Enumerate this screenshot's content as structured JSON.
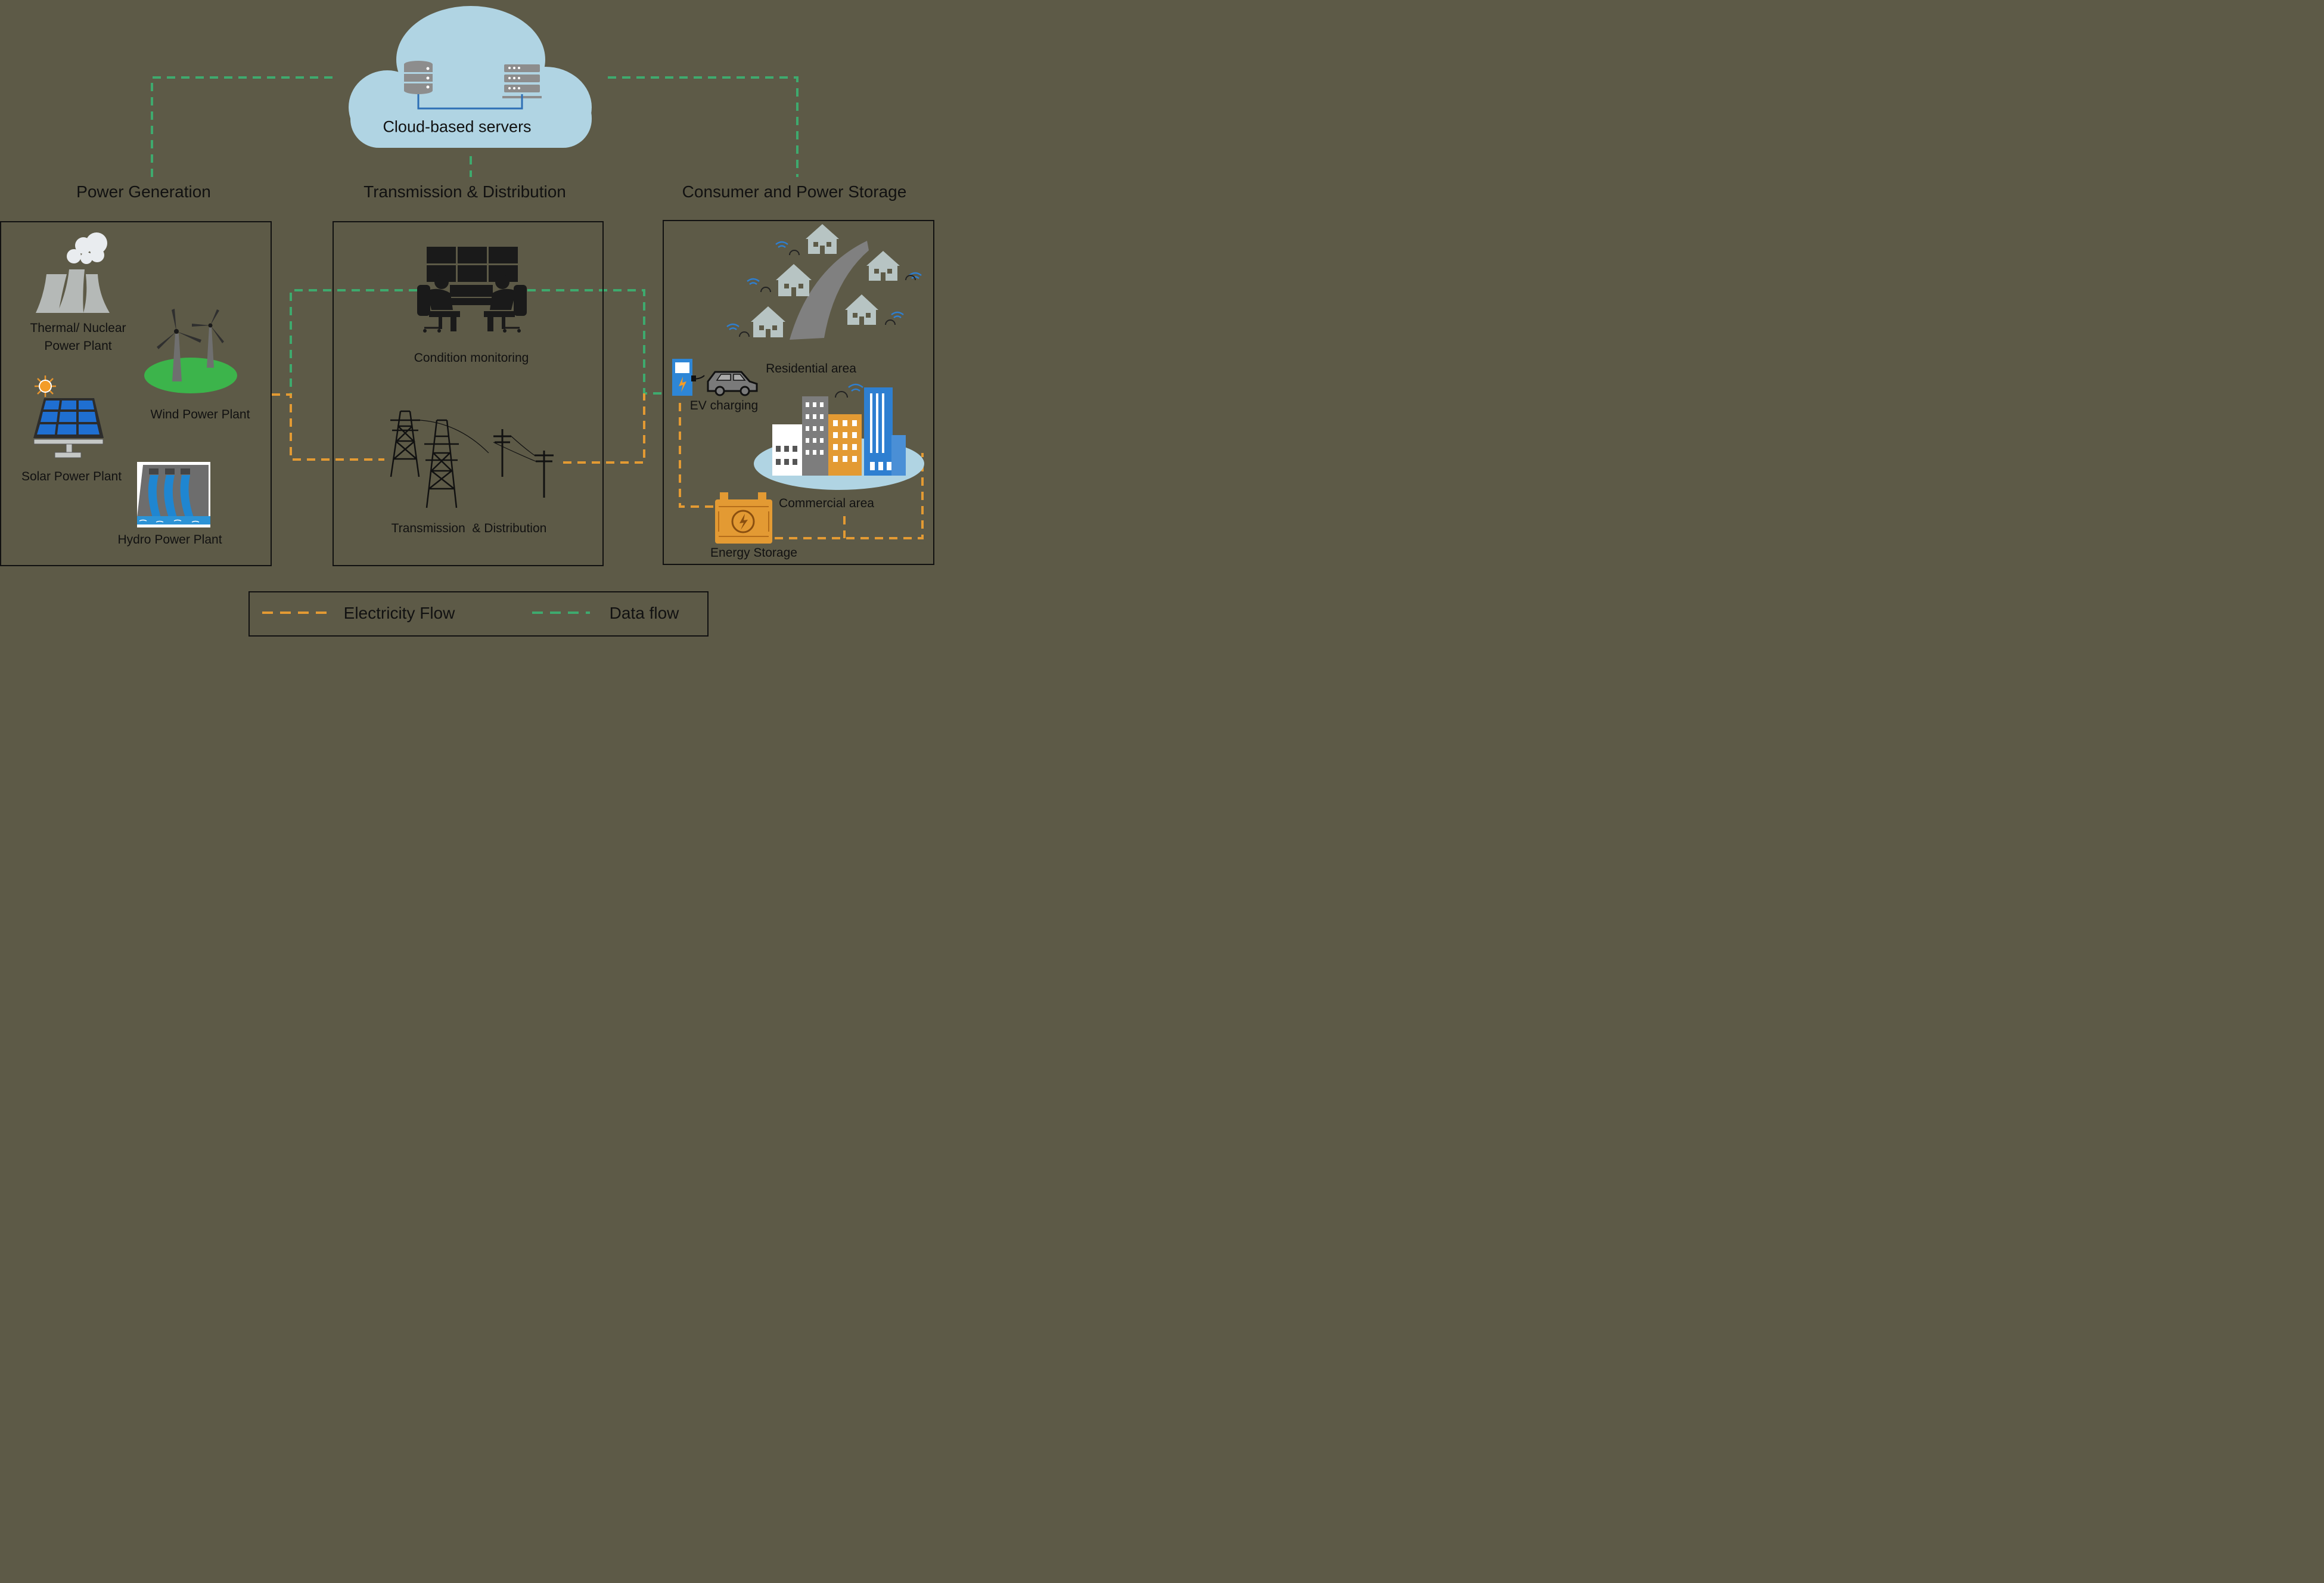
{
  "cloud": {
    "label": "Cloud-based servers"
  },
  "sections": {
    "generation": "Power Generation",
    "transmission": "Transmission & Distribution",
    "consumer": "Consumer and Power Storage"
  },
  "generation_items": {
    "thermal_line1": "Thermal/ Nuclear",
    "thermal_line2": "Power Plant",
    "wind": "Wind Power Plant",
    "solar": "Solar Power Plant",
    "hydro": "Hydro Power Plant"
  },
  "transmission_items": {
    "monitoring": "Condition monitoring",
    "td": "Transmission  & Distribution"
  },
  "consumer_items": {
    "residential": "Residential area",
    "ev": "EV charging",
    "commercial": "Commercial area",
    "storage": "Energy Storage"
  },
  "legend": {
    "electricity": "Electricity Flow",
    "data": "Data flow"
  },
  "colors": {
    "background": "#5d5a47",
    "electricity_flow": "#e39a33",
    "data_flow": "#3eaa6e",
    "cloud": "#b0d4e3",
    "ground": "#3cb44b"
  }
}
